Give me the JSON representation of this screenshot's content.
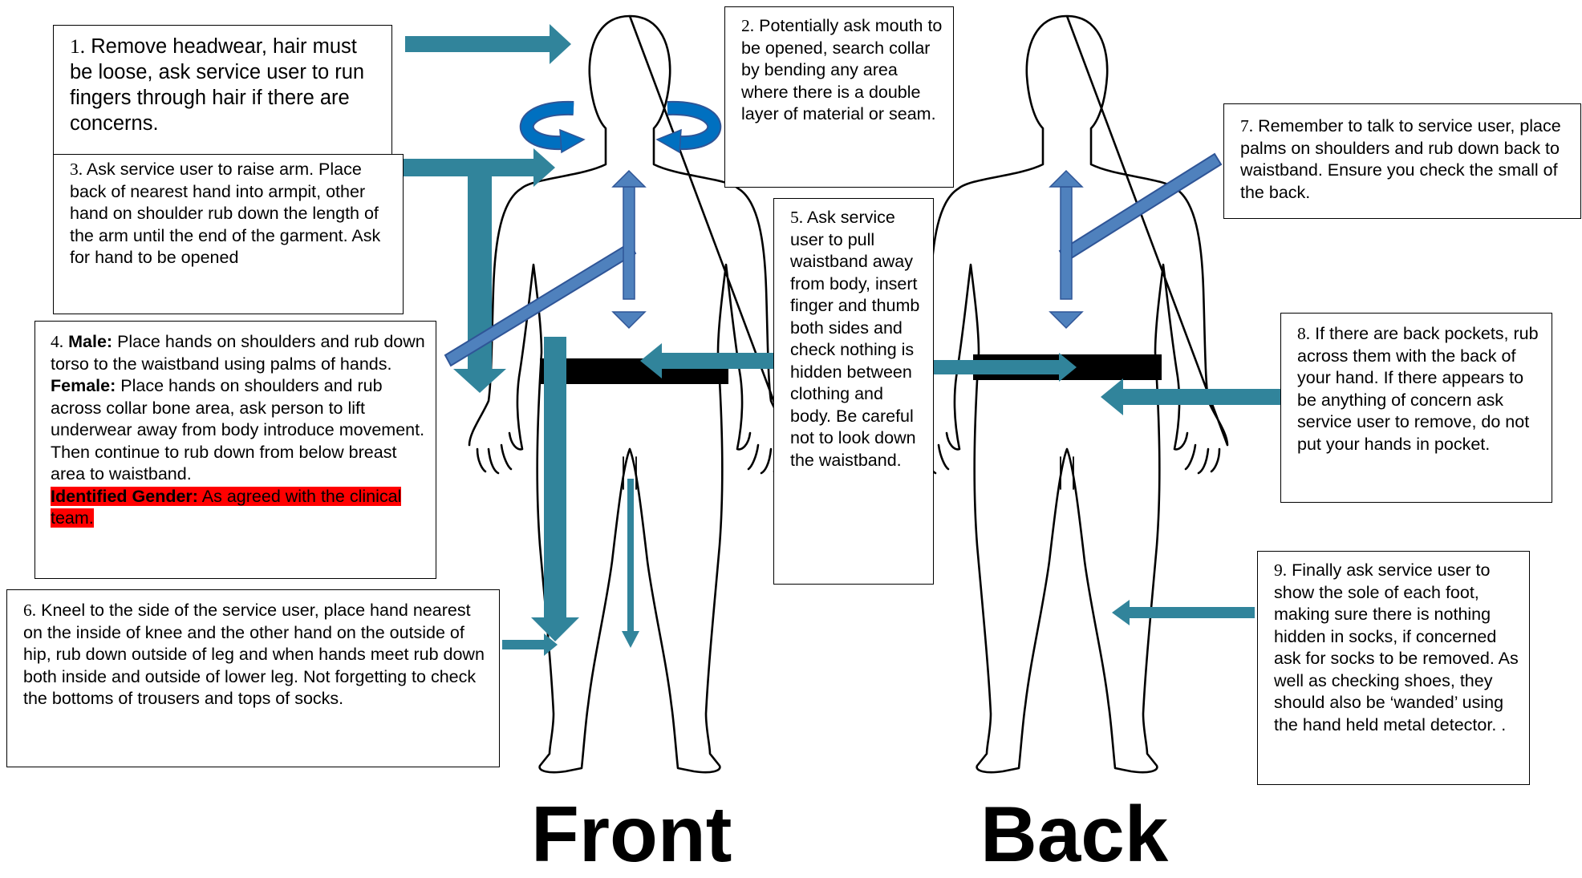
{
  "steps": {
    "s1": {
      "num": "1.",
      "text": "Remove headwear, hair must be loose, ask service user to run fingers through hair if there are concerns."
    },
    "s2": {
      "num": "2.",
      "text": "Potentially ask mouth to be opened, search collar by bending any area where there is a double layer of material or seam."
    },
    "s3": {
      "num": "3.",
      "text": "Ask service user to raise arm. Place back of nearest hand into armpit, other hand on shoulder rub down the length of the arm until the end of the garment. Ask for hand to be opened"
    },
    "s4": {
      "num": "4.",
      "male_label": "Male:",
      "male_text": "Place hands on shoulders and rub down torso to the waistband using palms of hands.",
      "female_label": "Female:",
      "female_text": "Place hands on shoulders and rub across collar bone area, ask person to lift underwear away from body introduce movement. Then continue to rub down from below breast area to waistband.",
      "identified_label": "Identified Gender:",
      "identified_text": "As agreed with the clinical team."
    },
    "s5": {
      "num": "5.",
      "text": "Ask service user to pull waistband away from body, insert finger and thumb both sides and check nothing is hidden between clothing and body. Be careful not to look down the waistband."
    },
    "s6": {
      "num": "6.",
      "text": "Kneel to the side of the service user, place hand nearest on the inside of knee and the other hand on the outside of hip, rub down outside of leg and when hands meet rub down both inside and outside of lower leg. Not forgetting to check the bottoms of trousers and tops of socks."
    },
    "s7": {
      "num": "7.",
      "text": "Remember to talk to service user, place palms on shoulders and rub down back to waistband.  Ensure you check the small of the back."
    },
    "s8": {
      "num": "8.",
      "text": "If there are back pockets, rub across them with the back of your hand. If there appears to be anything of concern ask service user to remove, do not put your hands in pocket."
    },
    "s9": {
      "num": "9.",
      "text": "Finally ask service user to show the sole of each foot, making sure there is nothing hidden in socks, if concerned ask for socks to be removed. As well as checking shoes, they should also be ‘wanded’ using the hand held metal detector. ."
    }
  },
  "labels": {
    "front": "Front",
    "back": "Back"
  },
  "colors": {
    "arrow_teal": "#31849b",
    "arrow_blue": "#4f81bd",
    "rotate_arrow": "#0070c0",
    "waistband": "#000000",
    "highlight": "#ff0000"
  }
}
